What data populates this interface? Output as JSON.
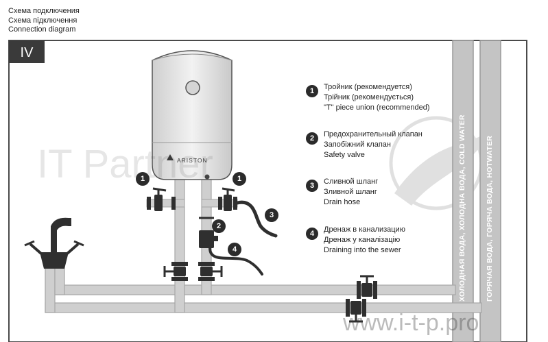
{
  "header": {
    "line1": "Схема подключения",
    "line2": "Схема підключення",
    "line3": "Connection diagram"
  },
  "section_label": "IV",
  "heater_brand": "ARISTON",
  "legend": [
    {
      "number": "1",
      "lines": [
        "Тройник (рекомендуется)",
        "Трійник (рекомендується)",
        "\"T\" piece union (recommended)"
      ]
    },
    {
      "number": "2",
      "lines": [
        "Предохранительный клапан",
        "Запобіжний клапан",
        "Safety valve"
      ]
    },
    {
      "number": "3",
      "lines": [
        "Сливной шланг",
        "Зливной шланг",
        "Drain hose"
      ]
    },
    {
      "number": "4",
      "lines": [
        "Дренаж в канализацию",
        "Дренаж у каналізацію",
        "Draining into the sewer"
      ]
    }
  ],
  "callouts": [
    "1",
    "1",
    "2",
    "3",
    "4"
  ],
  "pipes": {
    "cold": "ХОЛОДНАЯ ВОДА, ХОЛОДНА ВОДА, COLD WATER",
    "hot": "ГОРЯЧАЯ ВОДА, ГОРЯЧА ВОДА, HOTWATER"
  },
  "watermark": {
    "text": "IT Partner",
    "url": "www.i-t-p.pro"
  },
  "colors": {
    "pipe": "#c7c7c7",
    "pipe_dark": "#a9a9a9",
    "frame": "#4a4a4a",
    "valve": "#2f2f2f",
    "tank": "#e6e6e6"
  }
}
